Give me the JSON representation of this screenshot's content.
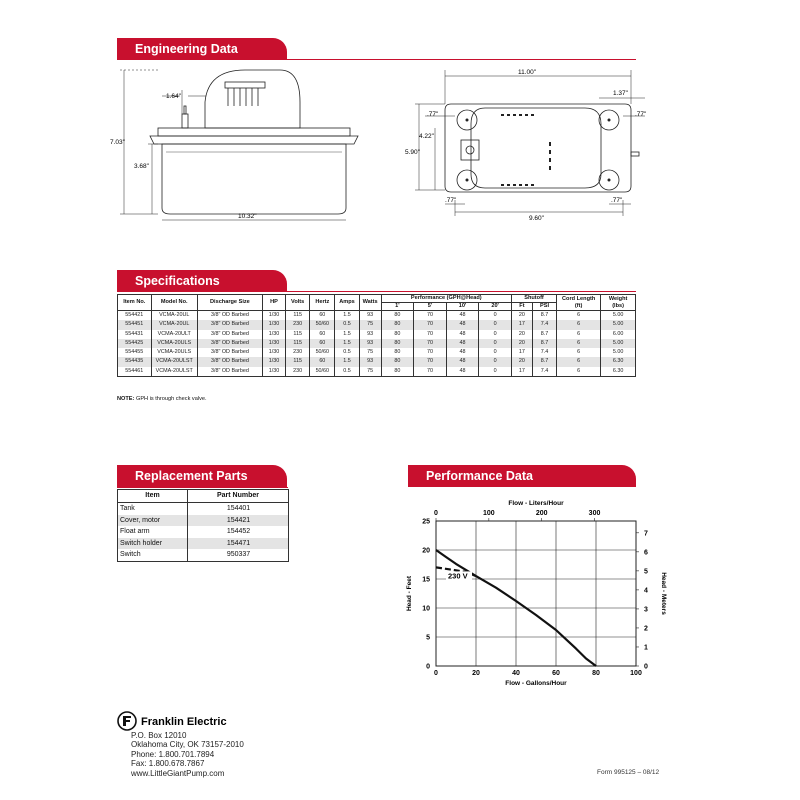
{
  "engineering": {
    "title": "Engineering Data",
    "side_dims": {
      "d_top": "1.64\"",
      "height": "7.03\"",
      "d_mid": "3.68\"",
      "width": "10.32\""
    },
    "top_dims": {
      "width": "11.00\"",
      "d_a": "1.37\"",
      "d_b": ".77\"",
      "d_c": ".77\"",
      "d_d": "4.22\"",
      "depth": "5.90\"",
      "d_e": ".77\"",
      "d_f": ".77\"",
      "inner": "9.60\""
    }
  },
  "specifications": {
    "title": "Specifications",
    "group_headers": {
      "performance": "Performance (GPH@Head)",
      "shutoff": "Shutoff"
    },
    "headers": [
      "Item No.",
      "Model No.",
      "Discharge Size",
      "HP",
      "Volts",
      "Hertz",
      "Amps",
      "Watts",
      "1'",
      "5'",
      "10'",
      "20'",
      "Ft",
      "PSI",
      "Cord Length (ft)",
      "Weight (lbs)"
    ],
    "rows": [
      [
        "554421",
        "VCMA-20UL",
        "3/8\" OD Barbed",
        "1/30",
        "115",
        "60",
        "1.5",
        "93",
        "80",
        "70",
        "48",
        "0",
        "20",
        "8.7",
        "6",
        "5.00"
      ],
      [
        "554451",
        "VCMA-20UL",
        "3/8\" OD Barbed",
        "1/30",
        "230",
        "50/60",
        "0.5",
        "75",
        "80",
        "70",
        "48",
        "0",
        "17",
        "7.4",
        "6",
        "5.00"
      ],
      [
        "554431",
        "VCMA-20ULT",
        "3/8\" OD Barbed",
        "1/30",
        "115",
        "60",
        "1.5",
        "93",
        "80",
        "70",
        "48",
        "0",
        "20",
        "8.7",
        "6",
        "6.00"
      ],
      [
        "554425",
        "VCMA-20ULS",
        "3/8\" OD Barbed",
        "1/30",
        "115",
        "60",
        "1.5",
        "93",
        "80",
        "70",
        "48",
        "0",
        "20",
        "8.7",
        "6",
        "5.00"
      ],
      [
        "554455",
        "VCMA-20ULS",
        "3/8\" OD Barbed",
        "1/30",
        "230",
        "50/60",
        "0.5",
        "75",
        "80",
        "70",
        "48",
        "0",
        "17",
        "7.4",
        "6",
        "5.00"
      ],
      [
        "554435",
        "VCMA-20ULST",
        "3/8\" OD Barbed",
        "1/30",
        "115",
        "60",
        "1.5",
        "93",
        "80",
        "70",
        "48",
        "0",
        "20",
        "8.7",
        "6",
        "6.30"
      ],
      [
        "554461",
        "VCMA-20ULST",
        "3/8\" OD Barbed",
        "1/30",
        "230",
        "50/60",
        "0.5",
        "75",
        "80",
        "70",
        "48",
        "0",
        "17",
        "7.4",
        "6",
        "6.30"
      ]
    ],
    "note_label": "NOTE:",
    "note_text": "GPH is through check valve."
  },
  "replacement_parts": {
    "title": "Replacement Parts",
    "headers": [
      "Item",
      "Part Number"
    ],
    "rows": [
      [
        "Tank",
        "154401"
      ],
      [
        "Cover, motor",
        "154421"
      ],
      [
        "Float arm",
        "154452"
      ],
      [
        "Switch holder",
        "154471"
      ],
      [
        "Switch",
        "950337"
      ]
    ]
  },
  "performance": {
    "title": "Performance Data",
    "chart_data": {
      "type": "line",
      "title": "",
      "xlabel": "Flow - Gallons/Hour",
      "ylabel": "Head - Feet",
      "x2label": "Flow - Liters/Hour",
      "y2label": "Head - Meters",
      "xlim": [
        0,
        100
      ],
      "ylim": [
        0,
        25
      ],
      "x_ticks": [
        0,
        20,
        40,
        60,
        80,
        100
      ],
      "y_ticks": [
        0,
        5,
        10,
        15,
        20,
        25
      ],
      "x2_ticks": [
        0,
        100,
        200,
        300
      ],
      "y2_ticks": [
        0,
        1,
        2,
        3,
        4,
        5,
        6,
        7
      ],
      "grid": true,
      "series": [
        {
          "values": [
            [
              0,
              20
            ],
            [
              5,
              18.8
            ],
            [
              10,
              17.6
            ],
            [
              20,
              15.5
            ],
            [
              30,
              13.5
            ],
            [
              40,
              11.2
            ],
            [
              50,
              8.8
            ],
            [
              60,
              6.2
            ],
            [
              70,
              3.0
            ],
            [
              75,
              1.3
            ],
            [
              80,
              0
            ]
          ],
          "style": "solid"
        },
        {
          "name": "230 V",
          "values": [
            [
              0,
              17
            ],
            [
              8,
              16.6
            ],
            [
              15,
              16.2
            ],
            [
              20,
              15.5
            ]
          ],
          "style": "dashed"
        }
      ]
    }
  },
  "footer": {
    "brand": "Franklin Electric",
    "address": [
      "P.O. Box 12010",
      "Oklahoma City, OK 73157-2010",
      "Phone: 1.800.701.7894",
      "Fax: 1.800.678.7867",
      "www.LittleGiantPump.com"
    ],
    "form_number": "Form 995125 – 08/12"
  }
}
